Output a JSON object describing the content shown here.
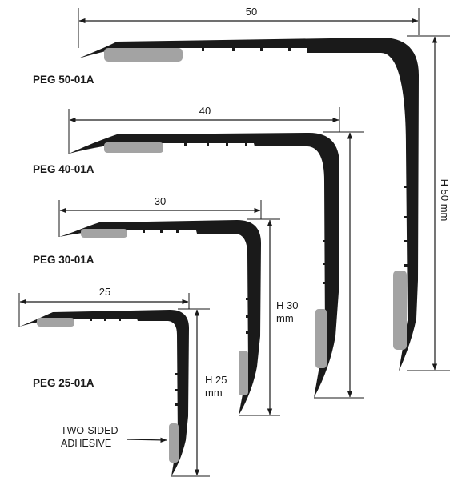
{
  "profiles": [
    {
      "name": "PEG 50-01A",
      "width_label": "50",
      "height_label": "H 50 mm"
    },
    {
      "name": "PEG 40-01A",
      "width_label": "40",
      "height_label": ""
    },
    {
      "name": "PEG 30-01A",
      "width_label": "30",
      "height_label": "H 30\nmm"
    },
    {
      "name": "PEG 25-01A",
      "width_label": "25",
      "height_label": "H 25\nmm"
    }
  ],
  "adhesive_label": "TWO-SIDED\nADHESIVE",
  "colors": {
    "profile": "#1a1a1a",
    "adhesive": "#a3a3a3",
    "lines": "#1a1a1a"
  }
}
